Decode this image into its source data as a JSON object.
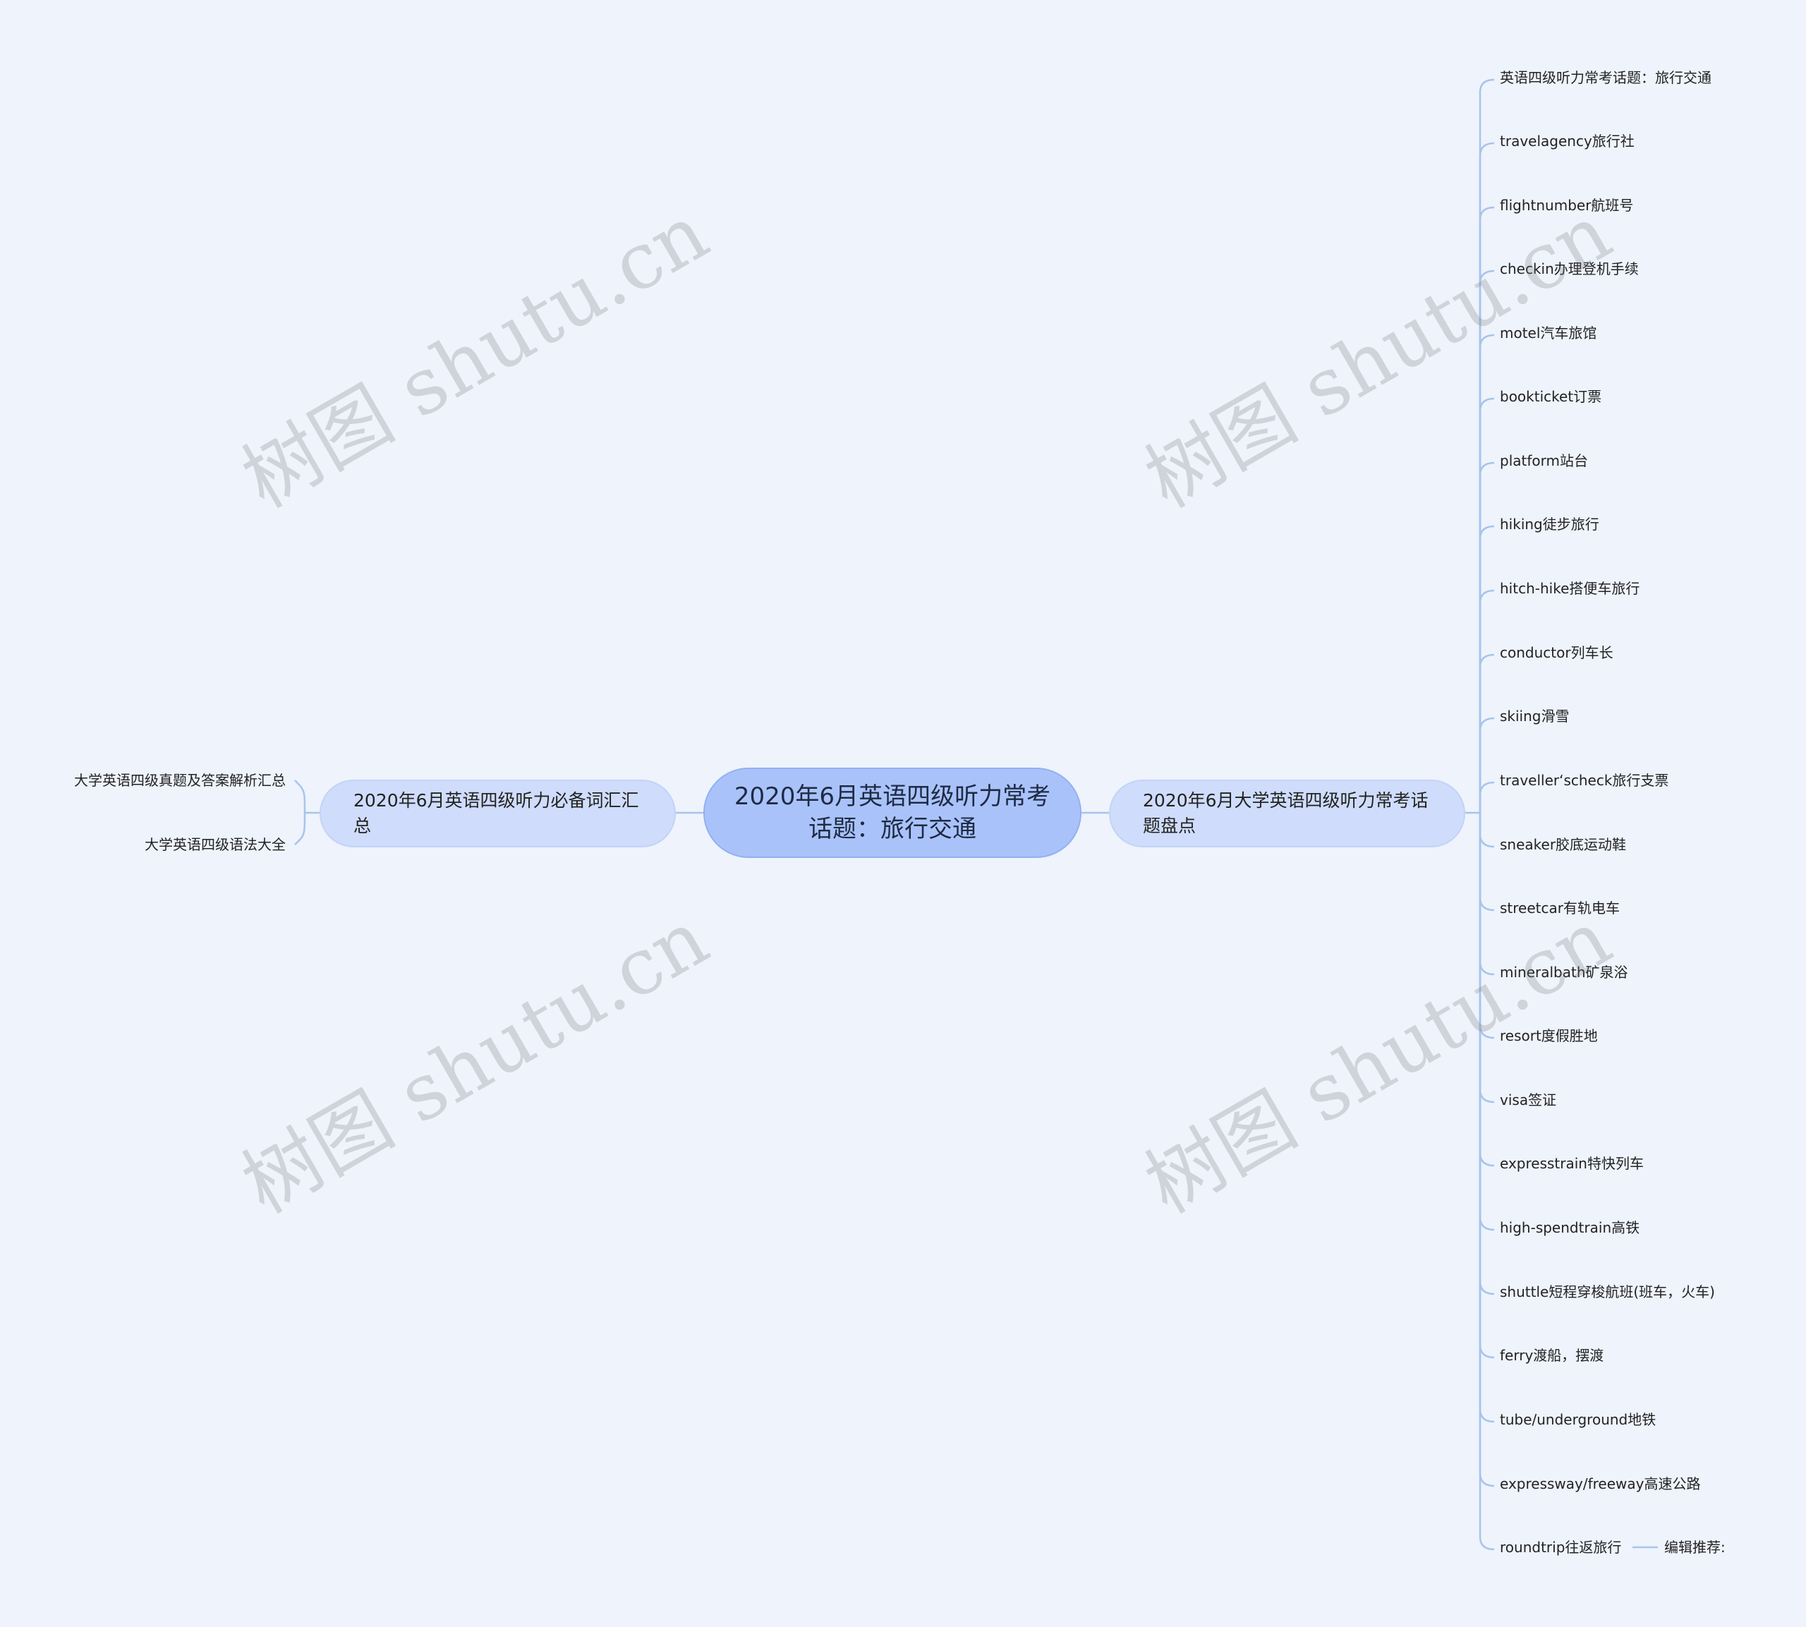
{
  "root": {
    "title": "2020年6月英语四级听力常考话题：旅行交通"
  },
  "left_branch": {
    "label": "2020年6月英语四级听力必备词汇汇总",
    "items": [
      "大学英语四级真题及答案解析汇总",
      "大学英语四级语法大全"
    ]
  },
  "right_branch": {
    "label": "2020年6月大学英语四级听力常考话题盘点",
    "items": [
      "英语四级听力常考话题：旅行交通",
      "travelagency旅行社",
      "flightnumber航班号",
      "checkin办理登机手续",
      "motel汽车旅馆",
      "bookticket订票",
      "platform站台",
      "hiking徒步旅行",
      "hitch-hike搭便车旅行",
      "conductor列车长",
      "skiing滑雪",
      "traveller‘scheck旅行支票",
      "sneaker胶底运动鞋",
      "streetcar有轨电车",
      "mineralbath矿泉浴",
      "resort度假胜地",
      "visa签证",
      "expresstrain特快列车",
      "high-spendtrain高铁",
      "shuttle短程穿梭航班(班车，火车)",
      "ferry渡船，摆渡",
      "tube/underground地铁",
      "expressway/freeway高速公路",
      "roundtrip往返旅行"
    ],
    "last_item_child": "编辑推荐:"
  },
  "watermark": "树图 shutu.cn",
  "colors": {
    "background": "#eef3fc",
    "root": "#a9c3fa",
    "branch": "#cfdcfb",
    "line": "#a9c3ec"
  }
}
